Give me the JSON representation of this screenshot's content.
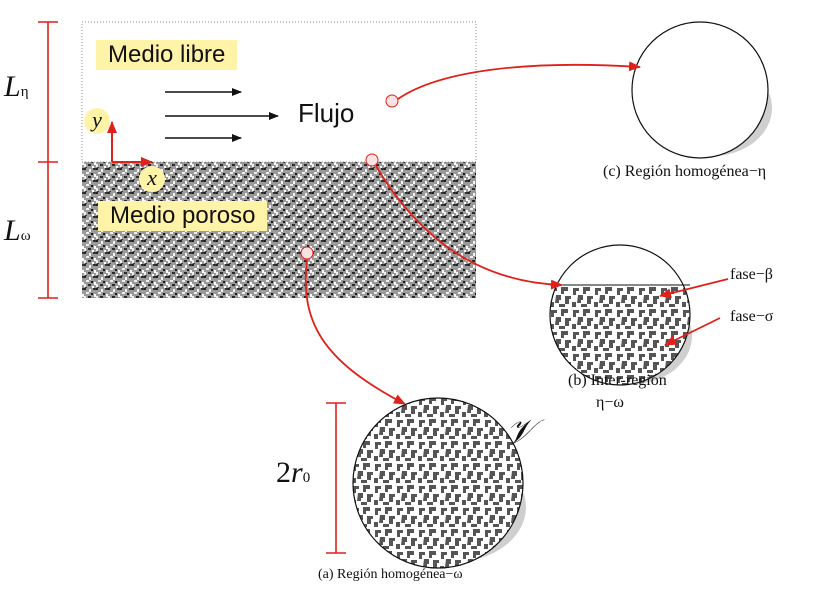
{
  "labels": {
    "medio_libre": "Medio libre",
    "medio_poroso": "Medio poroso",
    "flujo": "Flujo",
    "axis_x": "x",
    "axis_y": "y",
    "L_letter": "L",
    "L_eta_sub": "η",
    "L_omega_sub": "ω",
    "region_c": "(c) Región homogénea−η",
    "region_b_line1": "(b) Inter-región",
    "region_b_line2": "η−ω",
    "region_a": "(a) Región homogénea−ω",
    "fase_beta": "fase−β",
    "fase_sigma": "fase−σ",
    "diameter_2": "2",
    "diameter_r": "r",
    "diameter_sub": "0",
    "volume_symbol": "𝒱"
  },
  "colors": {
    "accent_red": "#e0201a",
    "label_bg": "#fff3a8",
    "shadow": "#cfcfcf",
    "dark_phase": "#555555"
  }
}
